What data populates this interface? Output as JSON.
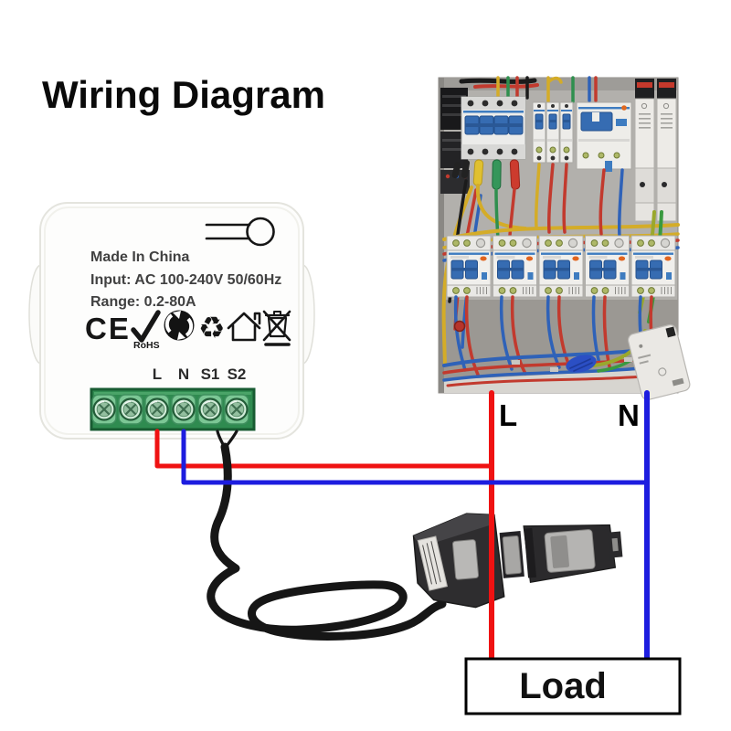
{
  "title": "Wiring Diagram",
  "device": {
    "made_in": "Made In China",
    "input_spec": "Input: AC 100-240V 50/60Hz",
    "range_spec": "Range: 0.2-80A",
    "ce_mark": "CE",
    "rohs_label": "RoHS",
    "recycle_glyph": "♻",
    "terminals": [
      "L",
      "N",
      "S1",
      "S2"
    ]
  },
  "mains": {
    "live_label": "L",
    "neutral_label": "N"
  },
  "load_label": "Load",
  "colors": {
    "live_wire": "#ef1212",
    "neutral_wire": "#1d1ddf",
    "terminal_block_green": "#2f8b50",
    "breaker_toggle_blue": "#3a72b8",
    "ct_cable_black": "#161616"
  },
  "icons": [
    "ce-mark",
    "rohs-check",
    "green-dot",
    "recycle",
    "house",
    "weee-crossed-bin",
    "mounting-keyhole",
    "ct-clamp",
    "breaker-panel-photo"
  ]
}
